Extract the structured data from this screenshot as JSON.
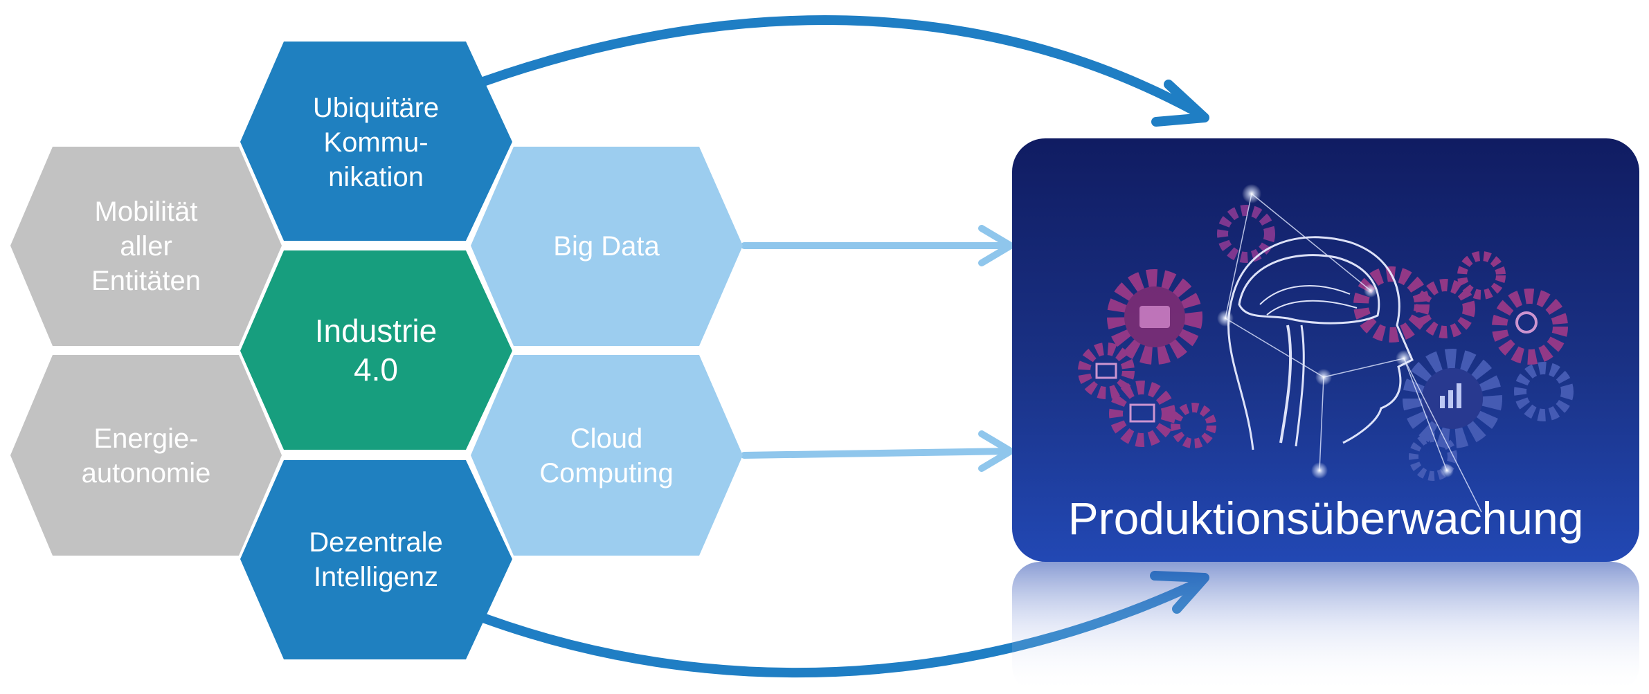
{
  "hexagons": [
    {
      "id": "mobilitaet",
      "lines": [
        "Mobilität",
        "aller",
        "Entitäten"
      ],
      "fill": "#c2c2c2"
    },
    {
      "id": "energie",
      "lines": [
        "Energie-",
        "autonomie"
      ],
      "fill": "#c2c2c2"
    },
    {
      "id": "ubiquitaer",
      "lines": [
        "Ubiquitäre",
        "Kommu-",
        "nikation"
      ],
      "fill": "#1f80c0"
    },
    {
      "id": "industrie",
      "lines": [
        "Industrie",
        "4.0"
      ],
      "fill": "#179e7e"
    },
    {
      "id": "dezentral",
      "lines": [
        "Dezentrale",
        "Intelligenz"
      ],
      "fill": "#1f80c0"
    },
    {
      "id": "bigdata",
      "lines": [
        "Big Data"
      ],
      "fill": "#9ccdef"
    },
    {
      "id": "cloud",
      "lines": [
        "Cloud",
        "Computing"
      ],
      "fill": "#9ccdef"
    }
  ],
  "panel": {
    "title": "Produktionsüberwachung"
  },
  "colors": {
    "dark_arrow": "#1f7ec4",
    "light_arrow": "#8fc6ec",
    "panel_top": "#0f1d66",
    "panel_bottom": "#2048b0",
    "gear_pink": "#a03a88",
    "gear_blue": "#4a60b8"
  }
}
